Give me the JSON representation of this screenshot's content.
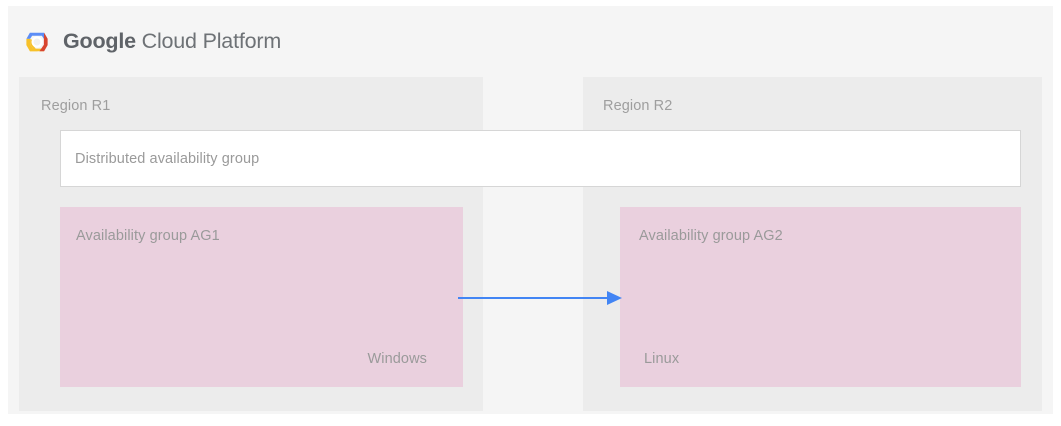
{
  "header": {
    "logo_icon": "google-cloud-platform-hexagon-logo",
    "brand_word_1": "Google",
    "brand_word_2": "Cloud Platform"
  },
  "diagram": {
    "regions": [
      {
        "id": "r1",
        "label": "Region R1",
        "availability_group": {
          "title": "Availability group AG1",
          "os": "Windows"
        }
      },
      {
        "id": "r2",
        "label": "Region R2",
        "availability_group": {
          "title": "Availability group AG2",
          "os": "Linux"
        }
      }
    ],
    "distributed_group": {
      "label": "Distributed availability group"
    },
    "connector": {
      "icon": "right-arrow-icon",
      "direction": "left-to-right",
      "from": "Availability group AG1",
      "to": "Availability group AG2"
    }
  },
  "colors": {
    "page_background": "#ffffff",
    "card_background": "#f5f5f5",
    "region_background": "#ececec",
    "availability_group_background": "#ead0de",
    "distributed_group_background": "#ffffff",
    "distributed_group_border": "#d6d6d6",
    "label_text": "#9a9a9a",
    "brand_text": "#5f6368",
    "arrow": "#4285f4",
    "logo_blue": "#5c8df6",
    "logo_yellow": "#f7c12a",
    "logo_red": "#d8452f",
    "logo_center": "#f1f1f1"
  }
}
